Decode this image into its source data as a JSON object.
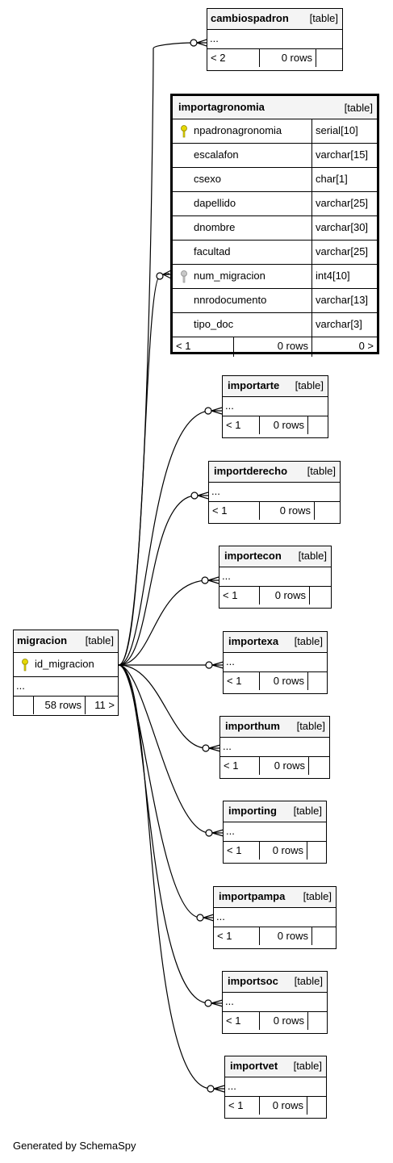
{
  "tables": {
    "cambiospadron": {
      "name": "cambiospadron",
      "kind": "[table]",
      "dots": "...",
      "parents": "< 2",
      "rows": "0 rows",
      "children": ""
    },
    "importagronomia": {
      "name": "importagronomia",
      "kind": "[table]",
      "columns": [
        {
          "name": "npadronagronomia",
          "type": "serial[10]",
          "key": "primary"
        },
        {
          "name": "escalafon",
          "type": "varchar[15]",
          "key": ""
        },
        {
          "name": "csexo",
          "type": "char[1]",
          "key": ""
        },
        {
          "name": "dapellido",
          "type": "varchar[25]",
          "key": ""
        },
        {
          "name": "dnombre",
          "type": "varchar[30]",
          "key": ""
        },
        {
          "name": "facultad",
          "type": "varchar[25]",
          "key": ""
        },
        {
          "name": "num_migracion",
          "type": "int4[10]",
          "key": "foreign"
        },
        {
          "name": "nnrodocumento",
          "type": "varchar[13]",
          "key": ""
        },
        {
          "name": "tipo_doc",
          "type": "varchar[3]",
          "key": ""
        }
      ],
      "parents": "< 1",
      "rows": "0 rows",
      "children": "0 >"
    },
    "importarte": {
      "name": "importarte",
      "kind": "[table]",
      "dots": "...",
      "parents": "< 1",
      "rows": "0 rows",
      "children": ""
    },
    "importderecho": {
      "name": "importderecho",
      "kind": "[table]",
      "dots": "...",
      "parents": "< 1",
      "rows": "0 rows",
      "children": ""
    },
    "importecon": {
      "name": "importecon",
      "kind": "[table]",
      "dots": "...",
      "parents": "< 1",
      "rows": "0 rows",
      "children": ""
    },
    "importexa": {
      "name": "importexa",
      "kind": "[table]",
      "dots": "...",
      "parents": "< 1",
      "rows": "0 rows",
      "children": ""
    },
    "importhum": {
      "name": "importhum",
      "kind": "[table]",
      "dots": "...",
      "parents": "< 1",
      "rows": "0 rows",
      "children": ""
    },
    "importing": {
      "name": "importing",
      "kind": "[table]",
      "dots": "...",
      "parents": "< 1",
      "rows": "0 rows",
      "children": ""
    },
    "importpampa": {
      "name": "importpampa",
      "kind": "[table]",
      "dots": "...",
      "parents": "< 1",
      "rows": "0 rows",
      "children": ""
    },
    "importsoc": {
      "name": "importsoc",
      "kind": "[table]",
      "dots": "...",
      "parents": "< 1",
      "rows": "0 rows",
      "children": ""
    },
    "importvet": {
      "name": "importvet",
      "kind": "[table]",
      "dots": "...",
      "parents": "< 1",
      "rows": "0 rows",
      "children": ""
    },
    "migracion": {
      "name": "migracion",
      "kind": "[table]",
      "columns": [
        {
          "name": "id_migracion",
          "key": "primary"
        }
      ],
      "dots": "...",
      "parents": "",
      "rows": "58 rows",
      "children": "11 >"
    }
  },
  "relationships": [
    {
      "from": "migracion.id_migracion",
      "to": "cambiospadron"
    },
    {
      "from": "migracion.id_migracion",
      "to": "importagronomia.num_migracion"
    },
    {
      "from": "migracion.id_migracion",
      "to": "importarte"
    },
    {
      "from": "migracion.id_migracion",
      "to": "importderecho"
    },
    {
      "from": "migracion.id_migracion",
      "to": "importecon"
    },
    {
      "from": "migracion.id_migracion",
      "to": "importexa"
    },
    {
      "from": "migracion.id_migracion",
      "to": "importhum"
    },
    {
      "from": "migracion.id_migracion",
      "to": "importing"
    },
    {
      "from": "migracion.id_migracion",
      "to": "importpampa"
    },
    {
      "from": "migracion.id_migracion",
      "to": "importsoc"
    },
    {
      "from": "migracion.id_migracion",
      "to": "importvet"
    }
  ],
  "colors": {
    "header_bg": "#f4f4f4",
    "primary_key": "#e6d800",
    "foreign_key": "#b4b4b4",
    "line": "#000000"
  },
  "footer": "Generated by SchemaSpy"
}
